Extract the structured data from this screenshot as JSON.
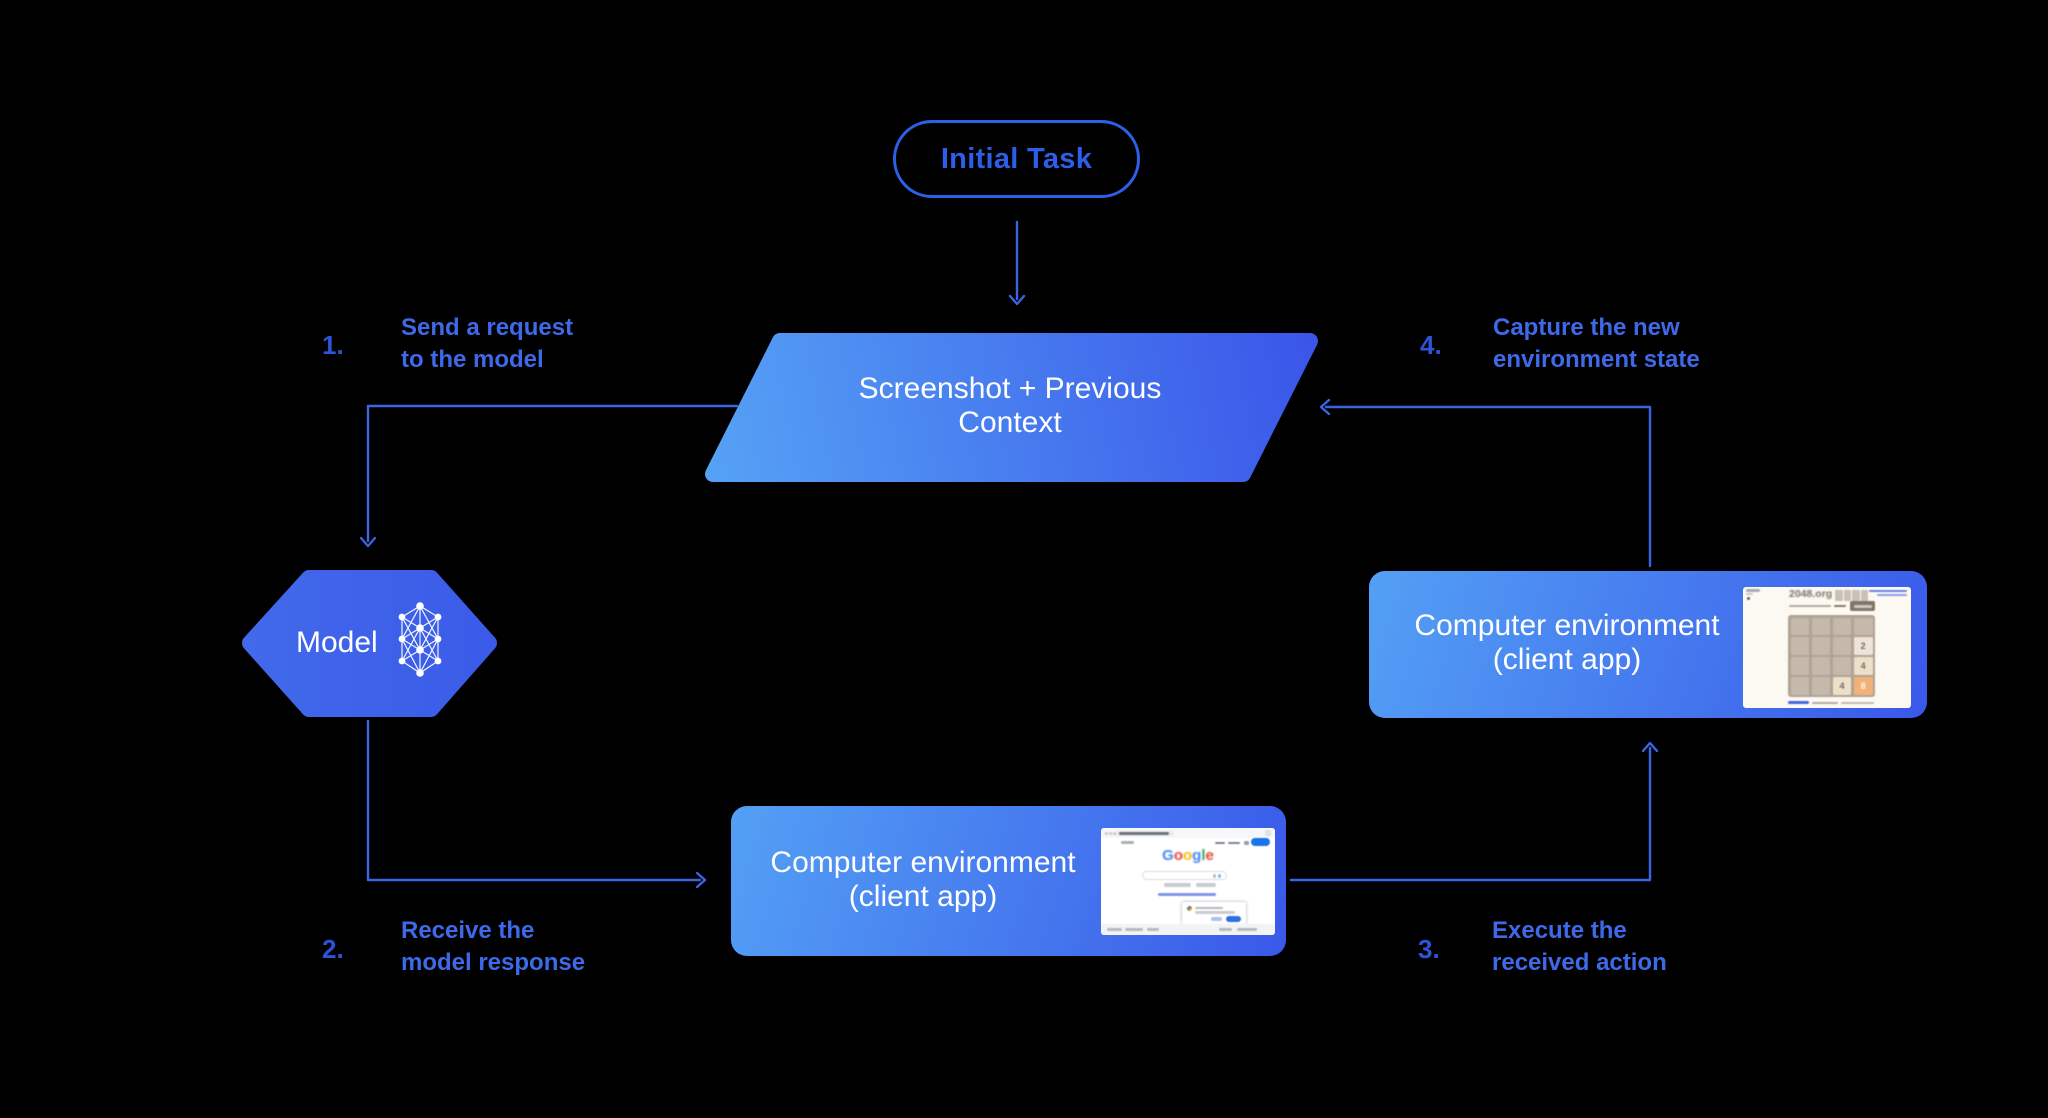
{
  "title_chip": {
    "label": "Initial Task"
  },
  "context_node": {
    "line1": "Screenshot + Previous",
    "line2": "Context"
  },
  "model_node": {
    "label": "Model",
    "icon": "neural-network-icon"
  },
  "client_bottom": {
    "line1": "Computer environment",
    "line2": "(client app)",
    "thumbnail": "google-search-screenshot"
  },
  "client_right": {
    "line1": "Computer environment",
    "line2": "(client app)",
    "thumbnail": "2048-game-screenshot"
  },
  "steps": {
    "s1": {
      "num": "1.",
      "line1": "Send a request",
      "line2": "to the model"
    },
    "s2": {
      "num": "2.",
      "line1": "Receive the",
      "line2": "model response"
    },
    "s3": {
      "num": "3.",
      "line1": "Execute the",
      "line2": "received action"
    },
    "s4": {
      "num": "4.",
      "line1": "Capture the new",
      "line2": "environment state"
    }
  },
  "google_thumb": {
    "logo": [
      "G",
      "o",
      "o",
      "g",
      "l",
      "e"
    ]
  },
  "game_thumb": {
    "site": "2048.org",
    "tiles": {
      "t2": "2",
      "t4a": "4",
      "t4b": "4",
      "t8": "8"
    }
  },
  "colors": {
    "background": "#000000",
    "accent_blue": "#2E5FE9",
    "label_blue": "#3E69E8",
    "step_number_blue": "#2E53D9",
    "arrow_blue": "#3B64E5",
    "shape_gradient_light": "#55A2F5",
    "shape_gradient_dark": "#3A55E9",
    "hexagon_blue": "#3D63E8",
    "node_text": "#FFFFFF",
    "google_blue": "#4285F4",
    "google_red": "#EA4335",
    "google_yellow": "#FBBC05",
    "google_green": "#34A853",
    "game_tile_2": "#EEE4DA",
    "game_tile_4": "#EDE0C8",
    "game_tile_8": "#F2B179",
    "game_board": "#B1A396",
    "game_button": "#85796A"
  }
}
